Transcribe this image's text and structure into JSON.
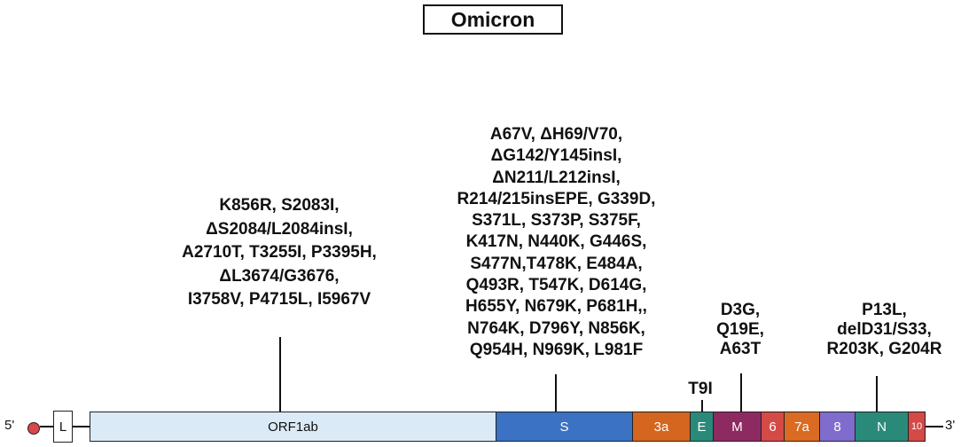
{
  "title": "Omicron",
  "ends": {
    "five_prime": "5'",
    "three_prime": "3'"
  },
  "genes": [
    {
      "label": "L",
      "color": "#ffffff"
    },
    {
      "label": "ORF1ab",
      "color": "#dbeaf7"
    },
    {
      "label": "S",
      "color": "#3b72c4"
    },
    {
      "label": "3a",
      "color": "#d5661f"
    },
    {
      "label": "E",
      "color": "#2a8a7a"
    },
    {
      "label": "M",
      "color": "#8e2a62"
    },
    {
      "label": "6",
      "color": "#d34a47"
    },
    {
      "label": "7a",
      "color": "#db6a22"
    },
    {
      "label": "8",
      "color": "#7f6ccd"
    },
    {
      "label": "N",
      "color": "#2a8a7a"
    },
    {
      "label": "10",
      "color": "#d34a47"
    }
  ],
  "mutations": {
    "orf1ab": "K856R, S2083I,\nΔS2084/L2084insI,\nA2710T, T3255I, P3395H,\nΔL3674/G3676,\nI3758V, P4715L, I5967V",
    "spike": "A67V, ΔH69/V70,\nΔG142/Y145insI,\nΔN211/L212insI,\nR214/215insEPE, G339D,\nS371L, S373P, S375F,\nK417N, N440K, G446S,\nS477N,T478K, E484A,\nQ493R, T547K, D614G,\nH655Y, N679K, P681H,,\nN764K, D796Y, N856K,\nQ954H, N969K, L981F",
    "envelope": "T9I",
    "membrane": "D3G,\nQ19E,\nA63T",
    "nucleocapsid": "P13L,\ndelD31/S33,\nR203K, G204R"
  }
}
